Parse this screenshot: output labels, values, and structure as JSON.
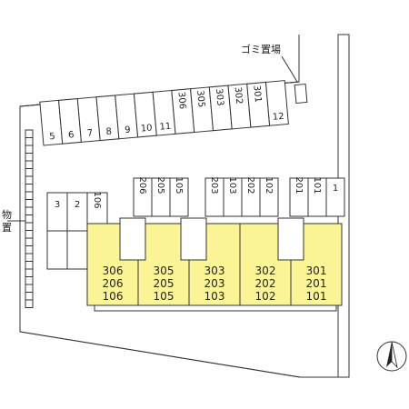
{
  "title": "",
  "labels": {
    "garbage": "ゴミ置場",
    "storage": "物置",
    "north": "N"
  },
  "top_row_parking": [
    "5",
    "6",
    "7",
    "8",
    "9",
    "10",
    "11",
    "306",
    "305",
    "303",
    "302",
    "301",
    "12"
  ],
  "left_parking": [
    "3",
    "2",
    "106"
  ],
  "bike_groups": [
    [
      "206",
      "205",
      "105"
    ],
    [
      "203",
      "103",
      "202",
      "102"
    ],
    [
      "201",
      "101",
      "1"
    ]
  ],
  "building_units": [
    [
      "306",
      "206",
      "106"
    ],
    [
      "305",
      "205",
      "105"
    ],
    [
      "303",
      "203",
      "103"
    ],
    [
      "302",
      "202",
      "102"
    ],
    [
      "301",
      "201",
      "101"
    ]
  ],
  "colors": {
    "building": "#fbf597",
    "line": "#333333",
    "background": "#ffffff"
  }
}
